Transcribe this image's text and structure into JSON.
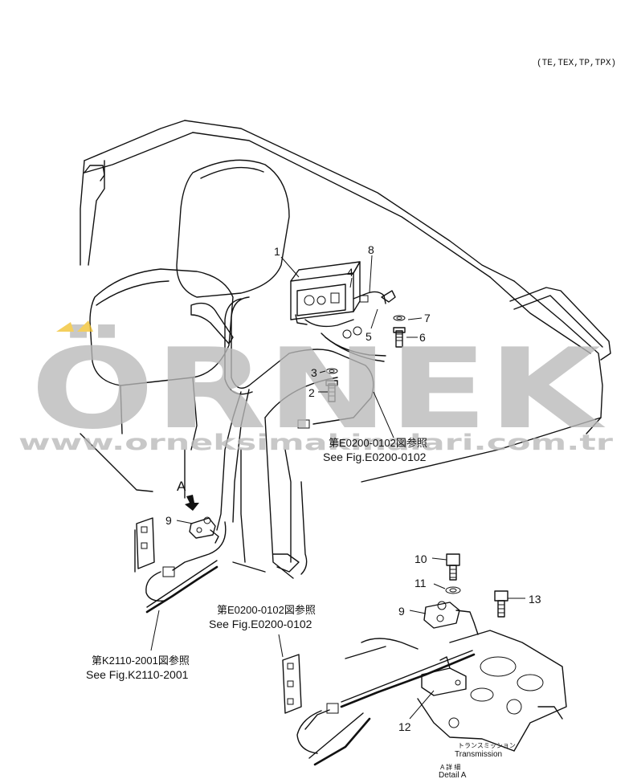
{
  "variant_note": "(TE,TEX,TP,TPX)",
  "watermark": {
    "brand": "ÖRNEK",
    "url": "www.orneksimakinalari.com.tr",
    "accent_color": "#f2c230",
    "gray_color": "#b9b9b9"
  },
  "callouts": {
    "p1": "1",
    "p2": "2",
    "p3": "3",
    "p4": "4",
    "p5": "5",
    "p6": "6",
    "p7": "7",
    "p8": "8",
    "p9a": "9",
    "p9b": "9",
    "p10": "10",
    "p11": "11",
    "p12": "12",
    "p13": "13"
  },
  "detail_marker": "A",
  "references": {
    "ref1_jp": "第E0200-0102図参照",
    "ref1_en": "See Fig.E0200-0102",
    "ref2_jp": "第E0200-0102図参照",
    "ref2_en": "See Fig.E0200-0102",
    "ref3_jp": "第K2110-2001図参照",
    "ref3_en": "See Fig.K2110-2001"
  },
  "transmission": {
    "jp": "トランスミッション",
    "en": "Transmission"
  },
  "detail": {
    "jp": "A 詳 細",
    "en": "Detail A"
  }
}
